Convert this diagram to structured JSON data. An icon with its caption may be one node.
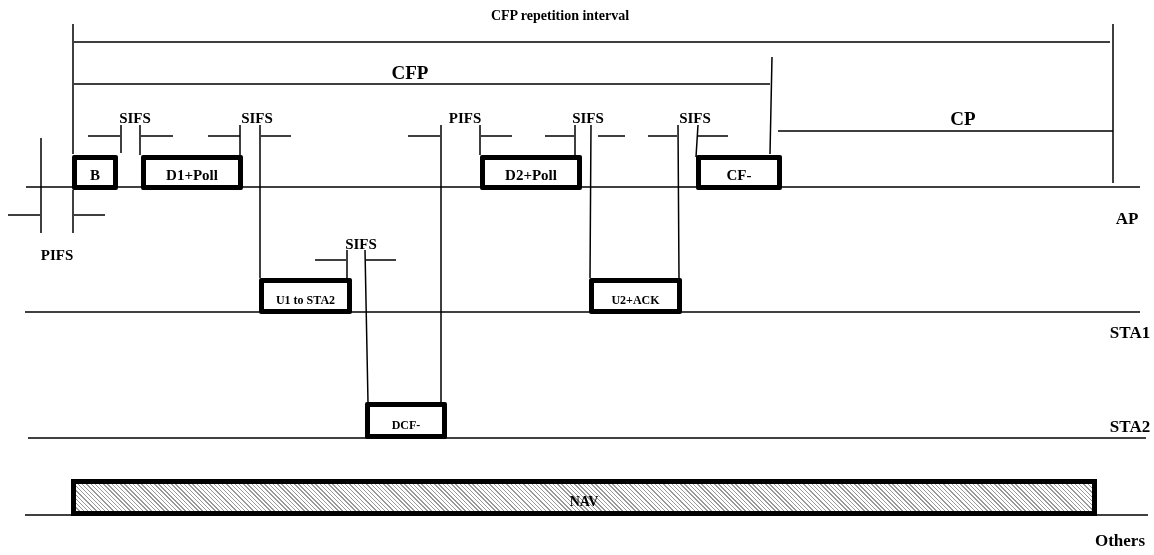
{
  "diagram": {
    "nodes": [
      {
        "text": [
          "B"
        ]
      },
      {
        "text": [
          "D1+Poll"
        ]
      },
      {
        "text": [
          "D2+Poll"
        ]
      },
      {
        "text": [
          "CF-"
        ]
      },
      {
        "text": [
          "U1 to STA2"
        ]
      },
      {
        "text": [
          "U2+ACK"
        ]
      },
      {
        "text": [
          "DCF-"
        ]
      },
      {
        "text": [
          "NAV"
        ]
      }
    ],
    "labels": [
      "CFP repetition interval",
      "CFP",
      "SIFS",
      "SIFS",
      "PIFS",
      "SIFS",
      "SIFS",
      "CP",
      "AP",
      "PIFS",
      "SIFS",
      "STA1",
      "STA2",
      "Others"
    ]
  }
}
